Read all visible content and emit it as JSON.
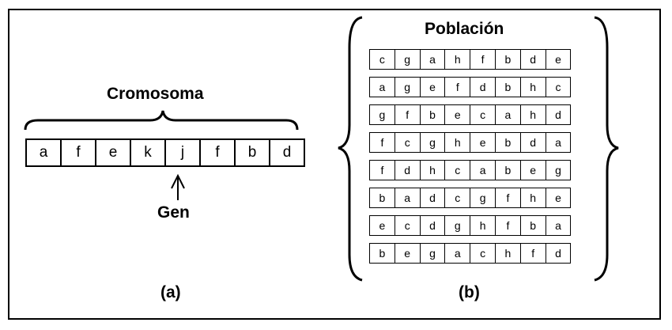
{
  "panel_a": {
    "title": "Cromosoma",
    "chromosome": [
      "a",
      "f",
      "e",
      "k",
      "j",
      "f",
      "b",
      "d"
    ],
    "gene_label": "Gen",
    "caption": "(a)"
  },
  "panel_b": {
    "title": "Población",
    "population": [
      [
        "c",
        "g",
        "a",
        "h",
        "f",
        "b",
        "d",
        "e"
      ],
      [
        "a",
        "g",
        "e",
        "f",
        "d",
        "b",
        "h",
        "c"
      ],
      [
        "g",
        "f",
        "b",
        "e",
        "c",
        "a",
        "h",
        "d"
      ],
      [
        "f",
        "c",
        "g",
        "h",
        "e",
        "b",
        "d",
        "a"
      ],
      [
        "f",
        "d",
        "h",
        "c",
        "a",
        "b",
        "e",
        "g"
      ],
      [
        "b",
        "a",
        "d",
        "c",
        "g",
        "f",
        "h",
        "e"
      ],
      [
        "e",
        "c",
        "d",
        "g",
        "h",
        "f",
        "b",
        "a"
      ],
      [
        "b",
        "e",
        "g",
        "a",
        "c",
        "h",
        "f",
        "d"
      ]
    ],
    "caption": "(b)"
  }
}
